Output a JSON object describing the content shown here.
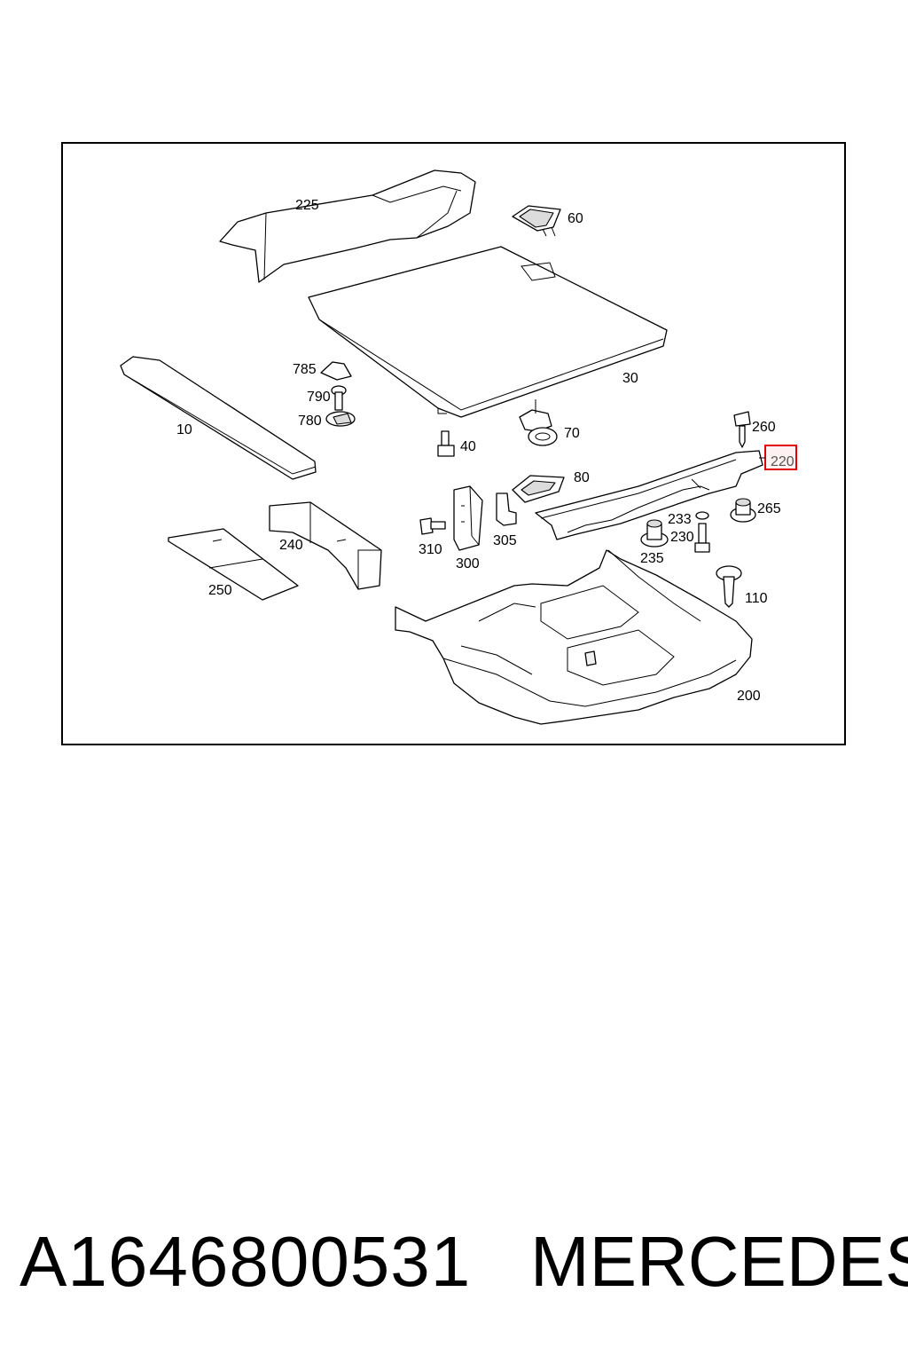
{
  "diagram": {
    "highlight_color": "#e00000",
    "callouts": [
      {
        "id": "c225",
        "text": "225"
      },
      {
        "id": "c60",
        "text": "60"
      },
      {
        "id": "c30",
        "text": "30"
      },
      {
        "id": "c785",
        "text": "785"
      },
      {
        "id": "c790",
        "text": "790"
      },
      {
        "id": "c780",
        "text": "780"
      },
      {
        "id": "c10",
        "text": "10"
      },
      {
        "id": "c70",
        "text": "70"
      },
      {
        "id": "c40",
        "text": "40"
      },
      {
        "id": "c260",
        "text": "260"
      },
      {
        "id": "c220",
        "text": "220",
        "highlighted": true
      },
      {
        "id": "c80",
        "text": "80"
      },
      {
        "id": "c233",
        "text": "233"
      },
      {
        "id": "c265",
        "text": "265"
      },
      {
        "id": "c230",
        "text": "230"
      },
      {
        "id": "c310",
        "text": "310"
      },
      {
        "id": "c305",
        "text": "305"
      },
      {
        "id": "c300",
        "text": "300"
      },
      {
        "id": "c240",
        "text": "240"
      },
      {
        "id": "c235",
        "text": "235"
      },
      {
        "id": "c250",
        "text": "250"
      },
      {
        "id": "c110",
        "text": "110"
      },
      {
        "id": "c200",
        "text": "200"
      }
    ]
  },
  "footer": {
    "part_number": "A1646800531",
    "brand": "MERCEDES"
  }
}
